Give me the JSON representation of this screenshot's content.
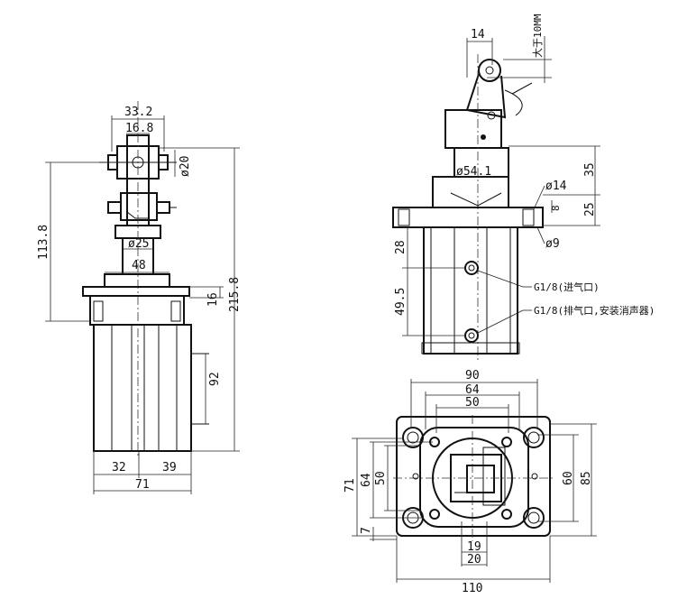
{
  "side_view": {
    "dims": {
      "width_33_2": "33.2",
      "width_16_8": "16.8",
      "dia_20": "ø20",
      "dia_25": "ø25",
      "width_48": "48",
      "height_113_8": "113.8",
      "height_215_8": "215.8",
      "height_16": "16",
      "height_92": "92",
      "width_32": "32",
      "width_39": "39",
      "width_71": "71"
    }
  },
  "front_view": {
    "dims": {
      "width_14": "14",
      "stroke_note": "大于10MM",
      "dia_54_1": "ø54.1",
      "dia_14": "ø14",
      "height_35": "35",
      "height_8": "8",
      "height_25": "25",
      "dia_9": "ø9",
      "height_28": "28",
      "height_49_5": "49.5"
    },
    "ports": {
      "inlet": "G1/8(进气口)",
      "exhaust": "G1/8(排气口,安装消声器)"
    }
  },
  "bottom_view": {
    "dims": {
      "width_90": "90",
      "width_64": "64",
      "width_50": "50",
      "height_71": "71",
      "height_64": "64",
      "height_50": "50",
      "height_7": "7",
      "height_60": "60",
      "height_85": "85",
      "width_19": "19",
      "width_20": "20",
      "width_110": "110"
    }
  }
}
